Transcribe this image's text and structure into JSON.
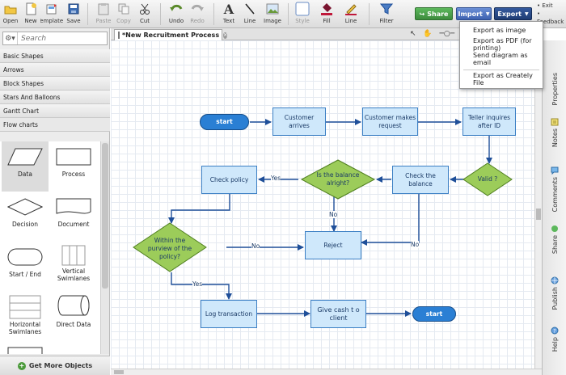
{
  "toolbar": {
    "open": "Open",
    "new": "New",
    "templates": "Templates",
    "save": "Save",
    "paste": "Paste",
    "copy": "Copy",
    "cut": "Cut",
    "undo": "Undo",
    "redo": "Redo",
    "text": "Text",
    "line": "Line",
    "image": "Image",
    "style": "Style",
    "fill": "Fill",
    "line_style": "Line",
    "filter": "Filter"
  },
  "actions": {
    "share": "Share",
    "import": "Import",
    "export": "Export"
  },
  "top_right": {
    "exit": "Exit",
    "feedback": "Feedback"
  },
  "export_menu": {
    "items": [
      "Export as image",
      "Export as PDF (for printing)",
      "Send diagram as email",
      "Export as Creately File"
    ]
  },
  "sidebar": {
    "search_placeholder": "Search",
    "categories": [
      "Basic Shapes",
      "Arrows",
      "Block Shapes",
      "Stars And Balloons",
      "Gantt Chart",
      "Flow charts"
    ],
    "shapes": [
      "Data",
      "Process",
      "Decision",
      "Document",
      "Start / End",
      "Vertical Swimlanes",
      "Horizontal Swimlanes",
      "Direct Data"
    ],
    "get_more": "Get More Objects"
  },
  "tab": {
    "title": "*New Recruitment Process"
  },
  "right_panel": [
    "Properties",
    "Notes",
    "Comments",
    "Share",
    "Publish",
    "Help"
  ],
  "diagram": {
    "start_top": "start",
    "customer_arrives": "Customer arrives",
    "customer_makes_request": "Customer makes request",
    "teller_inquires": "Teller inquires after ID",
    "valid": "Valid ?",
    "check_balance": "Check the balance",
    "is_balance_alright": "Is the balance alright?",
    "check_policy": "Check policy",
    "within_policy": "Within the purview of the policy?",
    "reject": "Reject",
    "log_transaction": "Log transaction",
    "give_cash": "Give cash t o client",
    "start_bottom": "start",
    "yes_1": "Yes",
    "no_1": "No",
    "no_2": "No",
    "no_3": "No",
    "yes_2": "Yes"
  },
  "colors": {
    "accent_green": "#4a9a3a",
    "import_blue": "#3e62b0",
    "export_navy": "#1f3c73",
    "process_fill": "#cfe8fb",
    "decision_fill": "#9ccc5a",
    "connector": "#1f4f99"
  }
}
